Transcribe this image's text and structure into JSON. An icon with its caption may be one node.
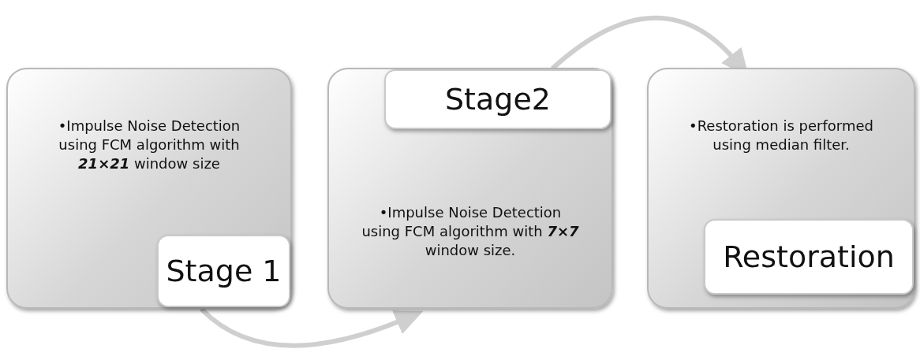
{
  "diagram": {
    "nodes": [
      {
        "text": [
          "•Impulse Noise Detection using FCM algorithm with **21×21** window size"
        ]
      },
      {
        "text": [
          "Stage 1"
        ],
        "in": 0
      },
      {
        "text": [
          "•Impulse Noise Detection using FCM algorithm with **7×7** window size."
        ]
      },
      {
        "text": [
          "Stage2"
        ],
        "in": 2
      },
      {
        "text": [
          "•Restoration is performed using median filter."
        ]
      },
      {
        "text": [
          "Restoration"
        ],
        "in": 4
      }
    ],
    "edges": [
      {
        "from": 1,
        "to": 2,
        "arrow": "to"
      },
      {
        "from": 3,
        "to": 4,
        "arrow": "to"
      }
    ]
  }
}
